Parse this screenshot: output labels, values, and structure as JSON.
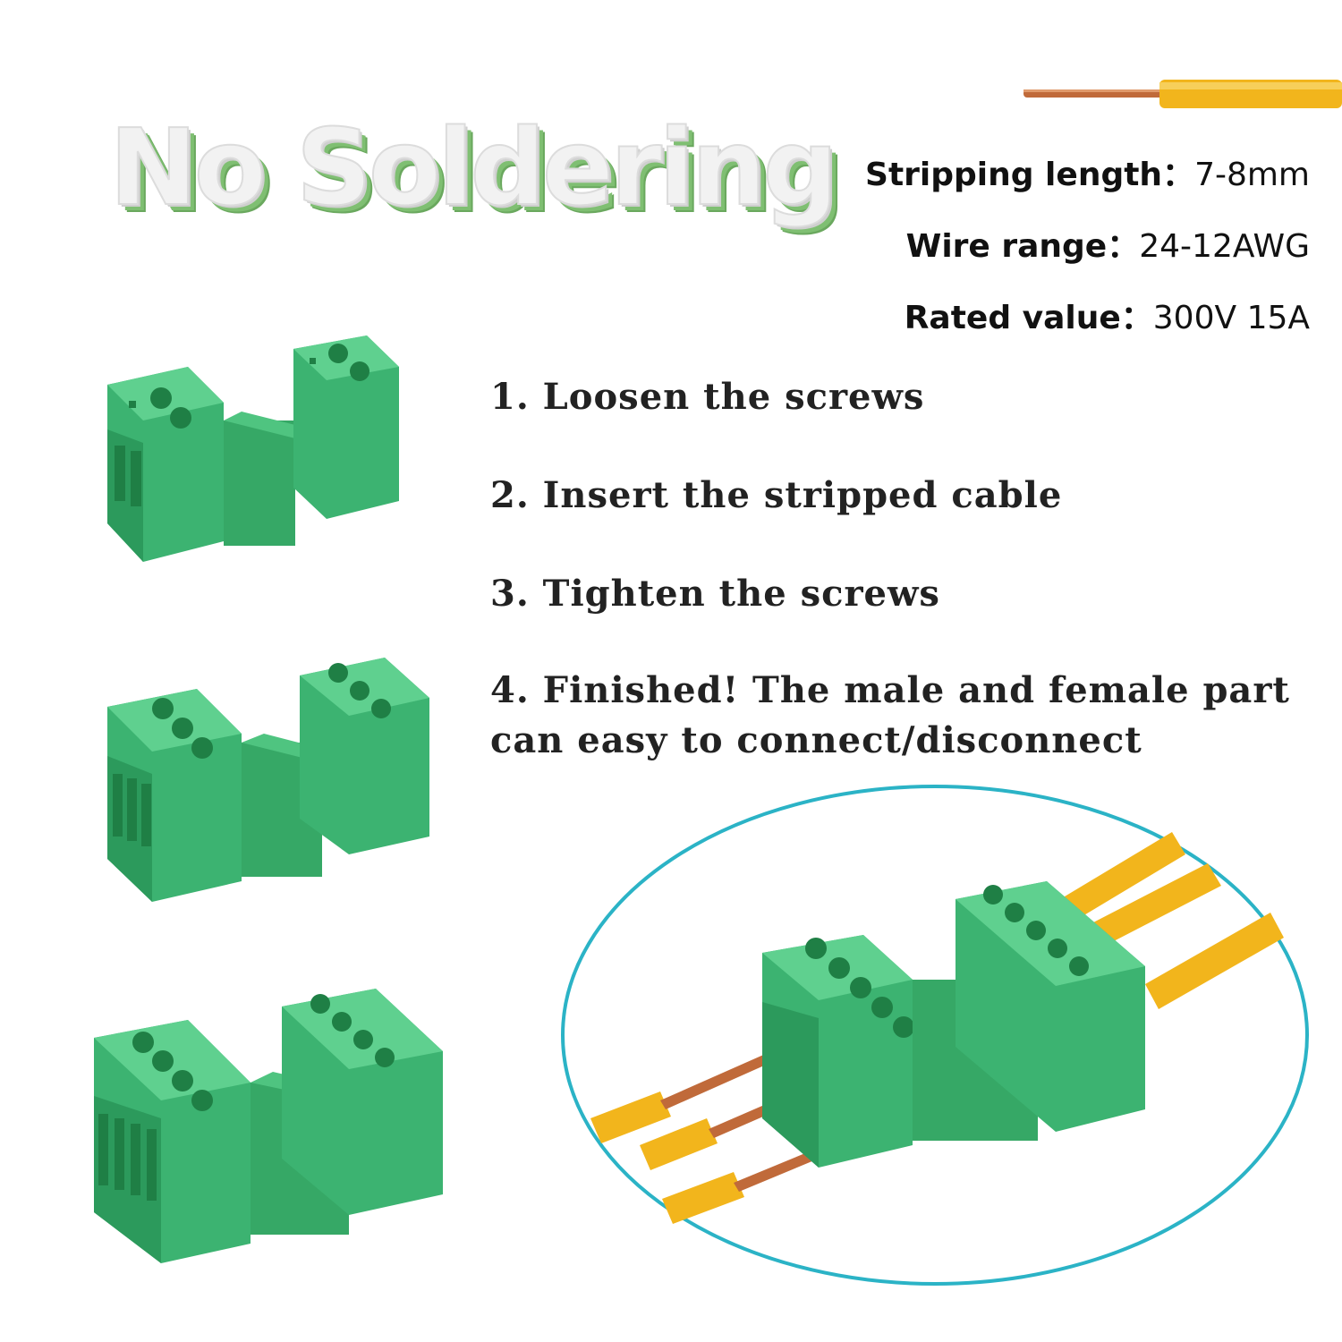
{
  "headline": "No Soldering",
  "specs": [
    {
      "label": "Stripping length：",
      "value": "7-8mm"
    },
    {
      "label": "Wire range：",
      "value": "24-12AWG"
    },
    {
      "label": "Rated value：",
      "value": "300V 15A"
    }
  ],
  "steps": [
    "1. Loosen the screws",
    "2. Insert the stripped cable",
    "3. Tighten the screws",
    "4. Finished! The male and female part",
    "can easy to connect/disconnect"
  ],
  "colors": {
    "connector_green": "#3cb371",
    "connector_dark": "#1f7f45",
    "wire_yellow": "#f2b51c",
    "copper": "#c06a3a",
    "circle_outline": "#2bb3c6",
    "headline_shadow": "#6aa85e"
  }
}
